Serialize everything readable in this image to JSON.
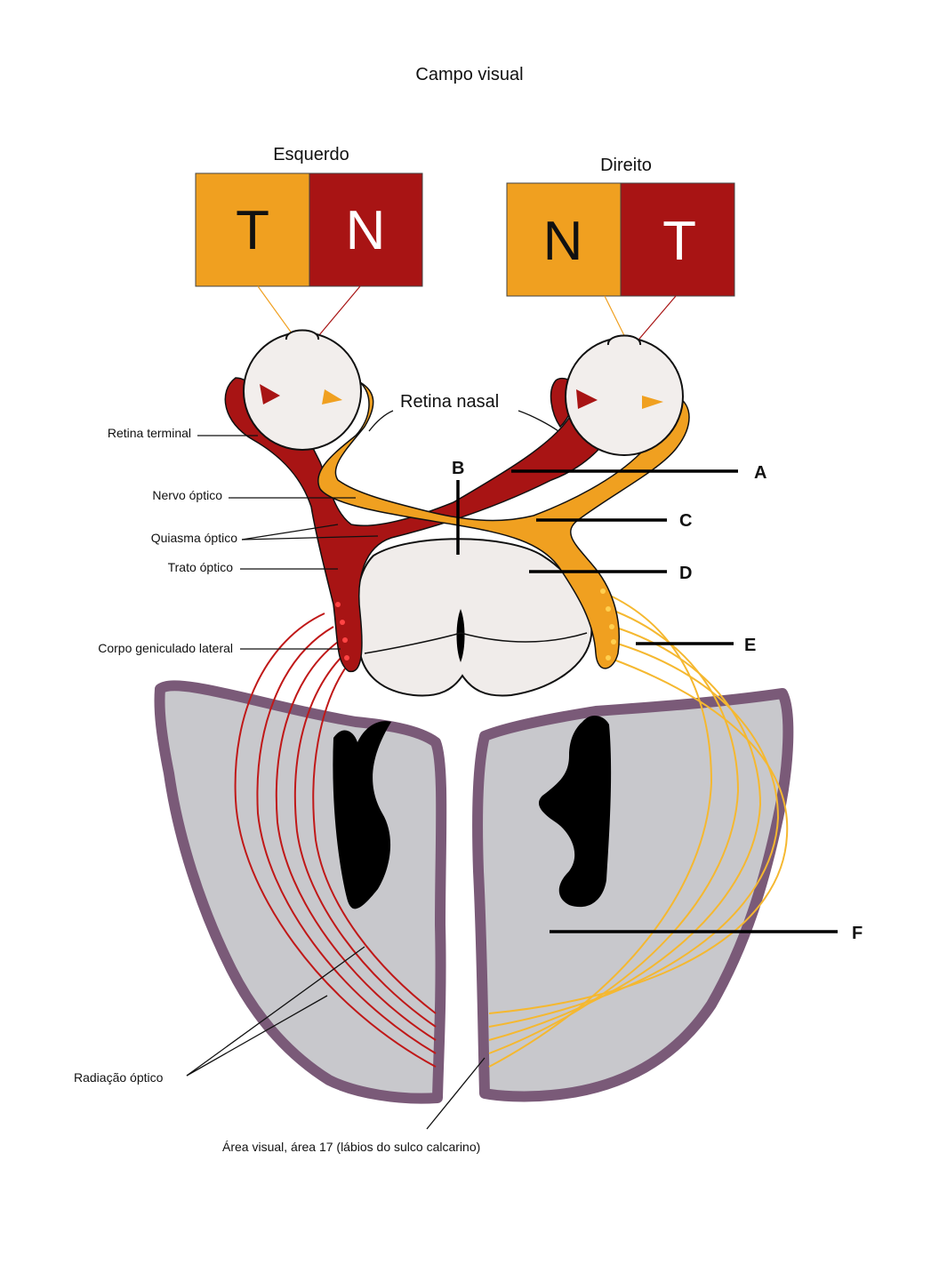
{
  "title": "Campo visual",
  "fields": {
    "left": {
      "label": "Esquerdo",
      "temporal": "T",
      "nasal": "N"
    },
    "right": {
      "label": "Direito",
      "nasal": "N",
      "temporal": "T"
    }
  },
  "labels": {
    "retina_nasal": "Retina nasal",
    "retina_terminal": "Retina terminal",
    "nervo_optico": "Nervo óptico",
    "quiasma_optico": "Quiasma óptico",
    "trato_optico": "Trato óptico",
    "corpo_geniculado": "Corpo geniculado lateral",
    "radiacao_optico": "Radiação óptico",
    "area_visual": "Área visual, área 17 (lábios do sulco calcarino)"
  },
  "letters": {
    "a": "A",
    "b": "B",
    "c": "C",
    "d": "D",
    "e": "E",
    "f": "F"
  },
  "colors": {
    "temporal_orange": "#f0a020",
    "nasal_red": "#a81414",
    "cortex_gray": "#c8c8cc",
    "cortex_border": "#7a5a78",
    "brainstem": "#f0ecea",
    "eye": "#f2eeec"
  }
}
